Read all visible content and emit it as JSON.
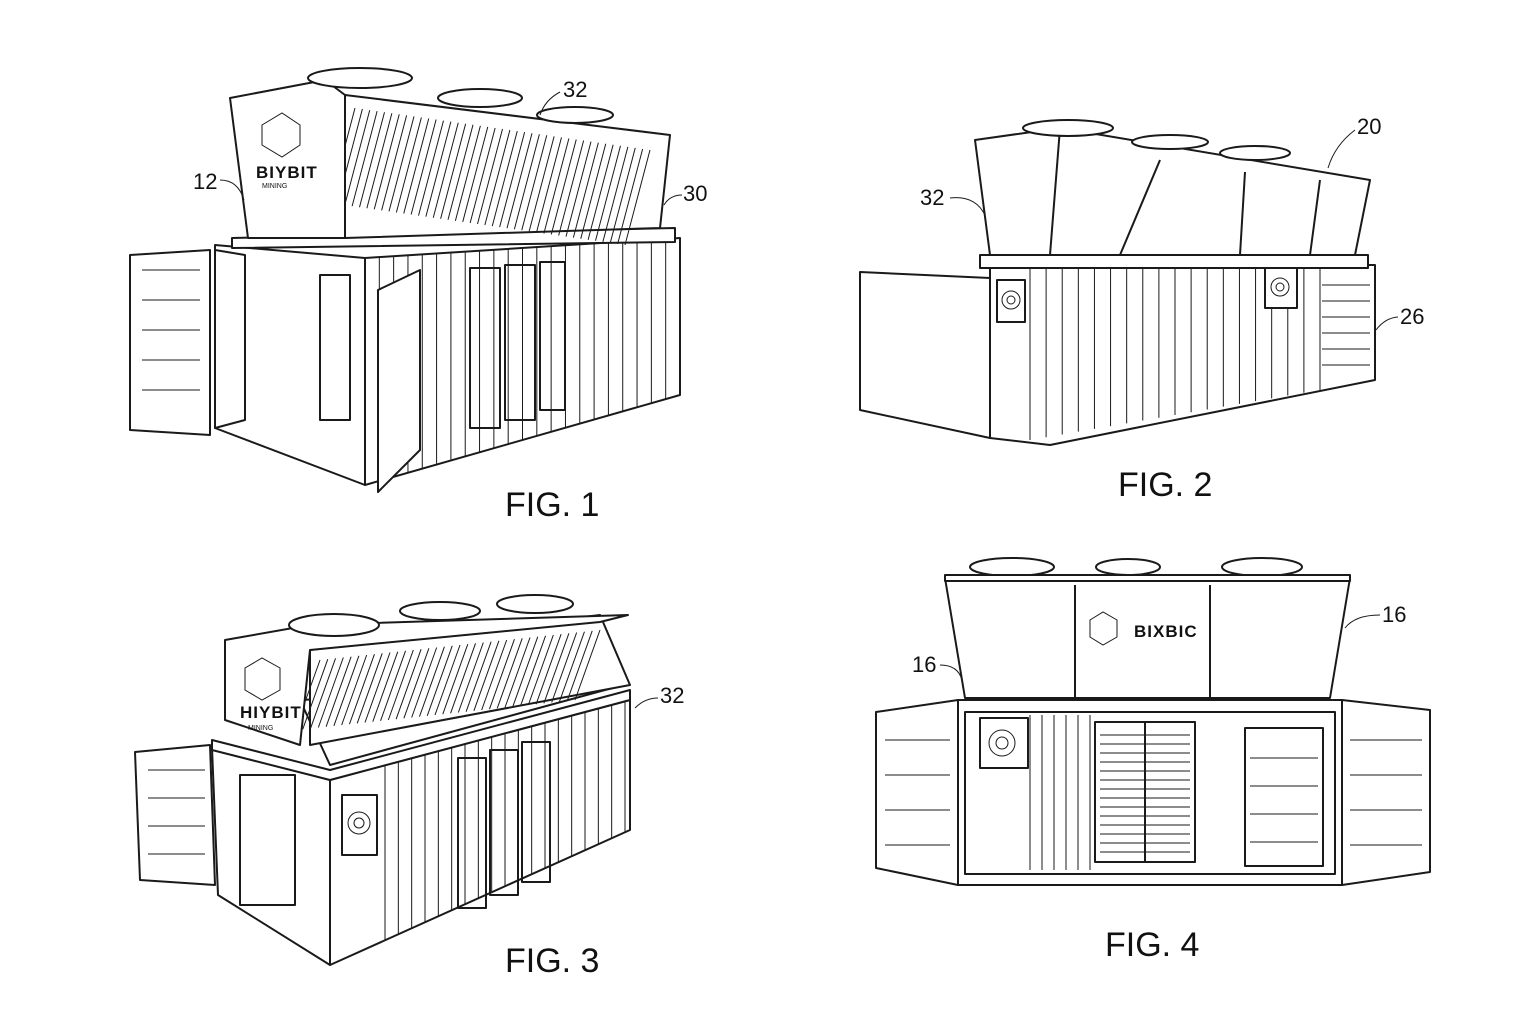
{
  "figures": [
    {
      "caption": "FIG. 1",
      "logo_text": "BIYBIT",
      "logo_subtext": "MINING",
      "refs": [
        "12",
        "32",
        "30"
      ]
    },
    {
      "caption": "FIG. 2",
      "refs": [
        "32",
        "20",
        "26"
      ]
    },
    {
      "caption": "FIG. 3",
      "logo_text": "HIYBIT",
      "logo_subtext": "MINING",
      "refs": [
        "32"
      ]
    },
    {
      "caption": "FIG. 4",
      "logo_text": "BIXBIC",
      "refs": [
        "16",
        "16"
      ]
    }
  ]
}
